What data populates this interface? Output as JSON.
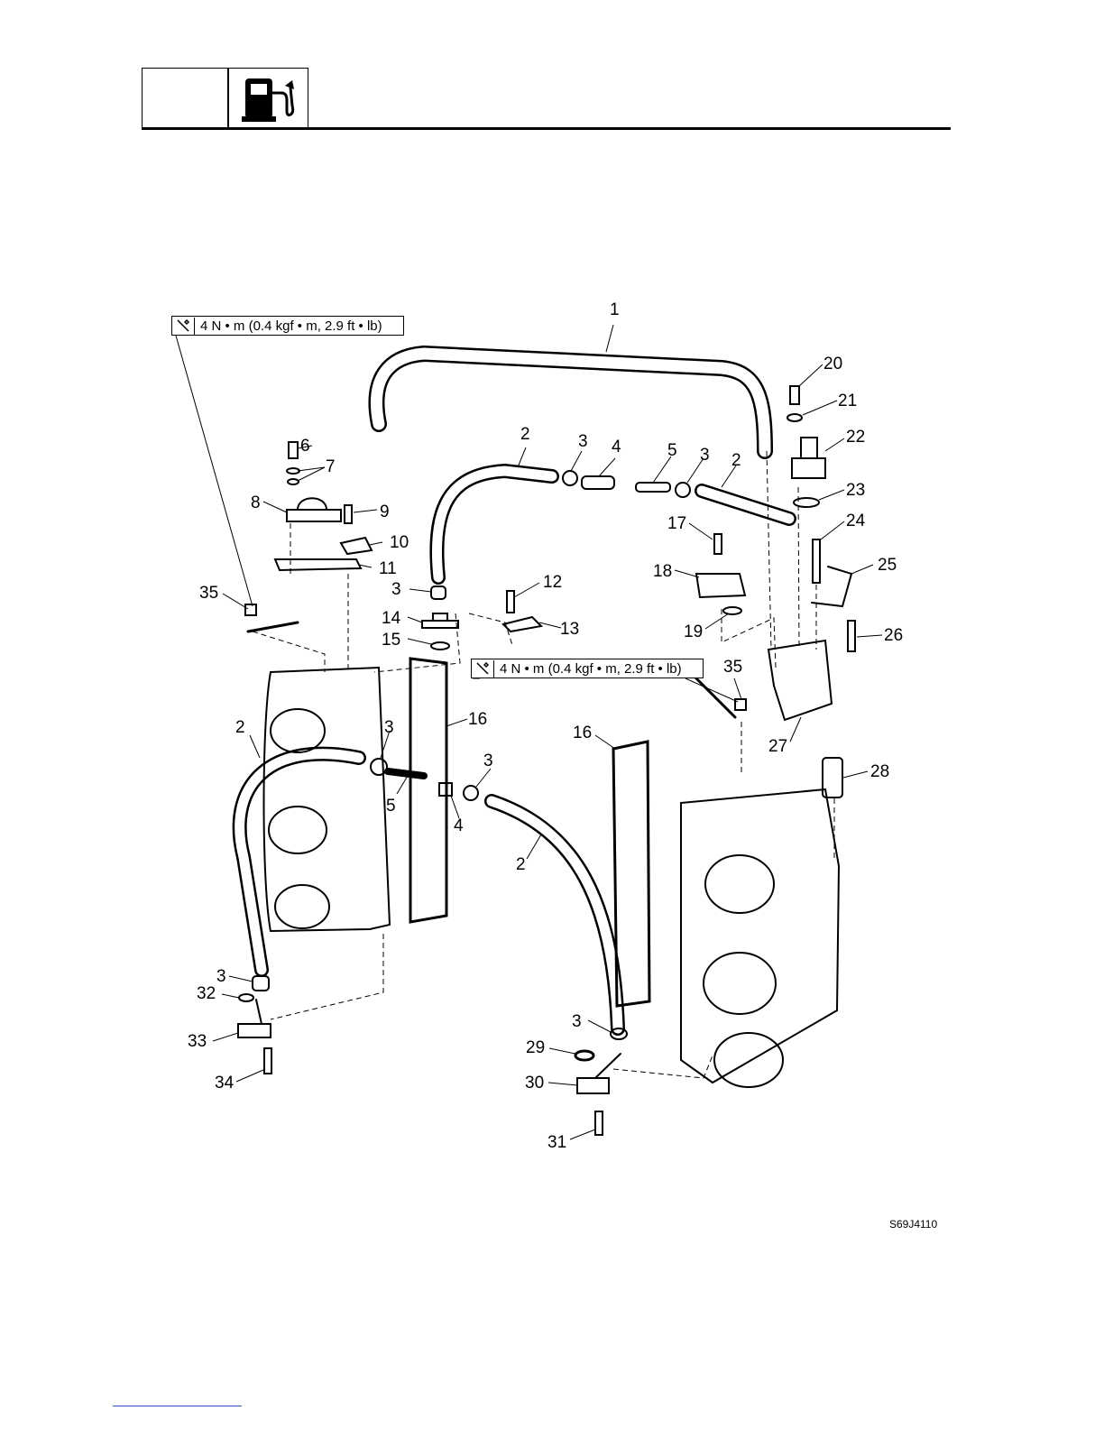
{
  "header": {
    "icon": "fuel-pump-icon"
  },
  "torque_specs": [
    {
      "text": "4 N • m (0.4 kgf • m, 2.9 ft • lb)",
      "icon": "torque-wrench-icon"
    },
    {
      "text": "4 N • m (0.4 kgf • m, 2.9 ft • lb)",
      "icon": "torque-wrench-icon"
    }
  ],
  "part_labels": [
    "1",
    "2",
    "3",
    "4",
    "5",
    "3",
    "2",
    "6",
    "7",
    "8",
    "9",
    "10",
    "11",
    "35",
    "3",
    "12",
    "14",
    "13",
    "15",
    "17",
    "18",
    "19",
    "20",
    "21",
    "22",
    "23",
    "24",
    "25",
    "26",
    "35",
    "27",
    "16",
    "16",
    "2",
    "3",
    "5",
    "4",
    "3",
    "2",
    "28",
    "3",
    "32",
    "33",
    "34",
    "3",
    "29",
    "30",
    "31"
  ],
  "figure_code": "S69J4110"
}
